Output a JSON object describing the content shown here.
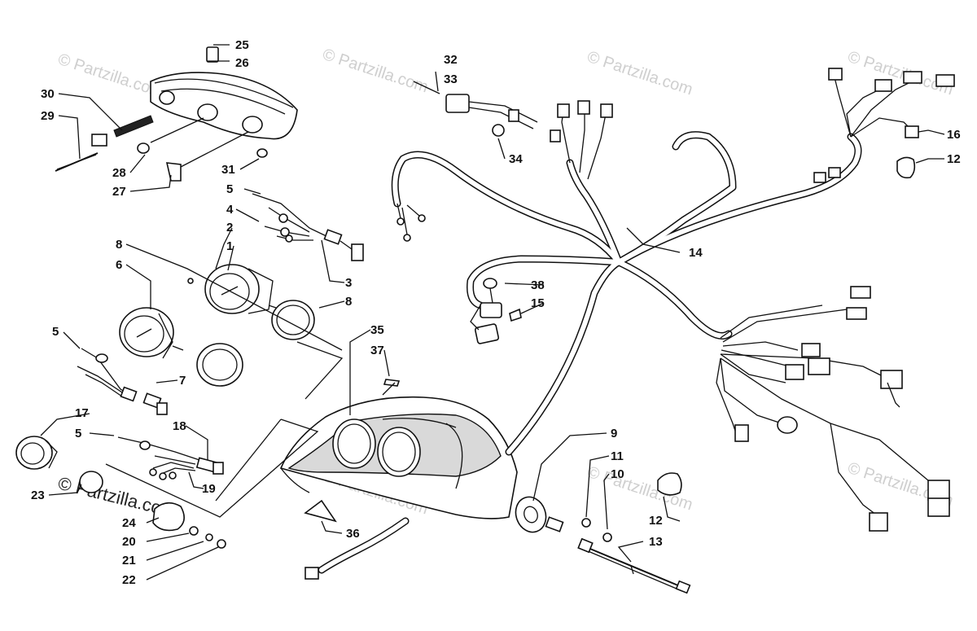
{
  "watermark": {
    "text": "© Partzilla.com",
    "brand_text": "© Partzilla.com"
  },
  "callouts": {
    "c1": "1",
    "c2": "2",
    "c3": "3",
    "c4": "4",
    "c5a": "5",
    "c5b": "5",
    "c5c": "5",
    "c6": "6",
    "c7": "7",
    "c8a": "8",
    "c8b": "8",
    "c9": "9",
    "c10": "10",
    "c11": "11",
    "c12a": "12",
    "c12b": "12",
    "c13": "13",
    "c14": "14",
    "c15": "15",
    "c16": "16",
    "c17": "17",
    "c18": "18",
    "c19": "19",
    "c20": "20",
    "c21": "21",
    "c22": "22",
    "c23": "23",
    "c24": "24",
    "c25": "25",
    "c26": "26",
    "c27": "27",
    "c28": "28",
    "c29": "29",
    "c30": "30",
    "c31": "31",
    "c32": "32",
    "c33": "33",
    "c34": "34",
    "c35": "35",
    "c36": "36",
    "c37": "37",
    "c38": "38"
  },
  "colors": {
    "line": "#111111",
    "watermark": "#cfcfcf",
    "background": "#ffffff"
  }
}
